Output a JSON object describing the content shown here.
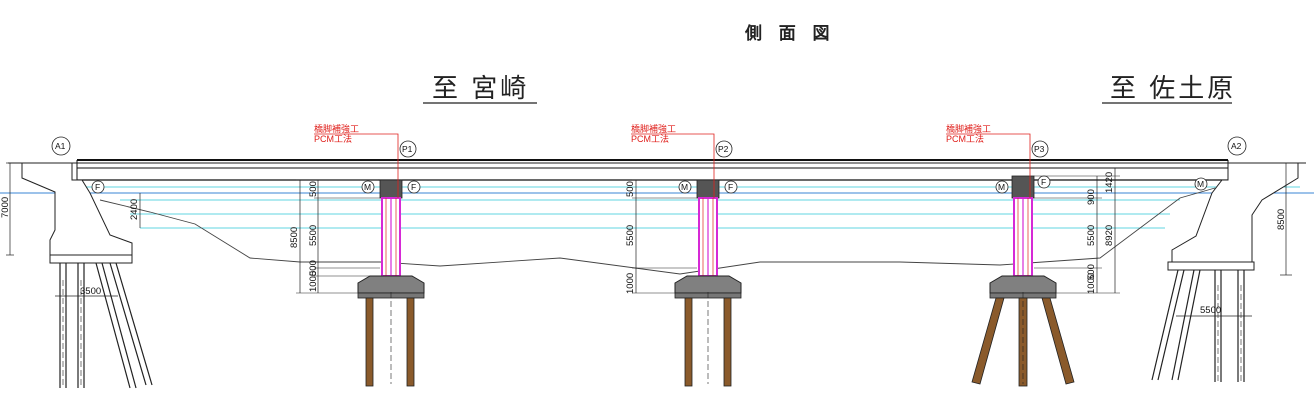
{
  "title": "側 面 図",
  "destinations": {
    "left": "至 宮崎",
    "right": "至 佐土原"
  },
  "repair_note": {
    "line1": "橋脚補強工",
    "line2": "PCM工法"
  },
  "supports": {
    "A1": "A1",
    "P1": "P1",
    "P2": "P2",
    "P3": "P3",
    "A2": "A2"
  },
  "bearing_marks": {
    "movable": "M",
    "fixed": "F"
  },
  "dimensions": {
    "a1_height": "7000",
    "a1_inner": "2400",
    "a1_footing": "3500",
    "p1_top": "500",
    "p1_middle": "5500",
    "p1_total": "8500",
    "p1_lower": "500",
    "p1_base": "1000",
    "p2_top": "500",
    "p2_middle": "5500",
    "p2_base": "1000",
    "p3_top": "900",
    "p3_middle": "5500",
    "p3_total": "8920",
    "p3_upper": "1420",
    "p3_lower": "500",
    "p3_base": "1000",
    "a2_height": "8500",
    "a2_footing": "5500"
  },
  "colors": {
    "line": "#222222",
    "water": "#2bc8d8",
    "water_blue": "#3a86d6",
    "repair_red": "#e0201c",
    "pier_magenta": "#d629d6",
    "pile_brown": "#8a5a2b",
    "footing_gray": "#808080"
  }
}
